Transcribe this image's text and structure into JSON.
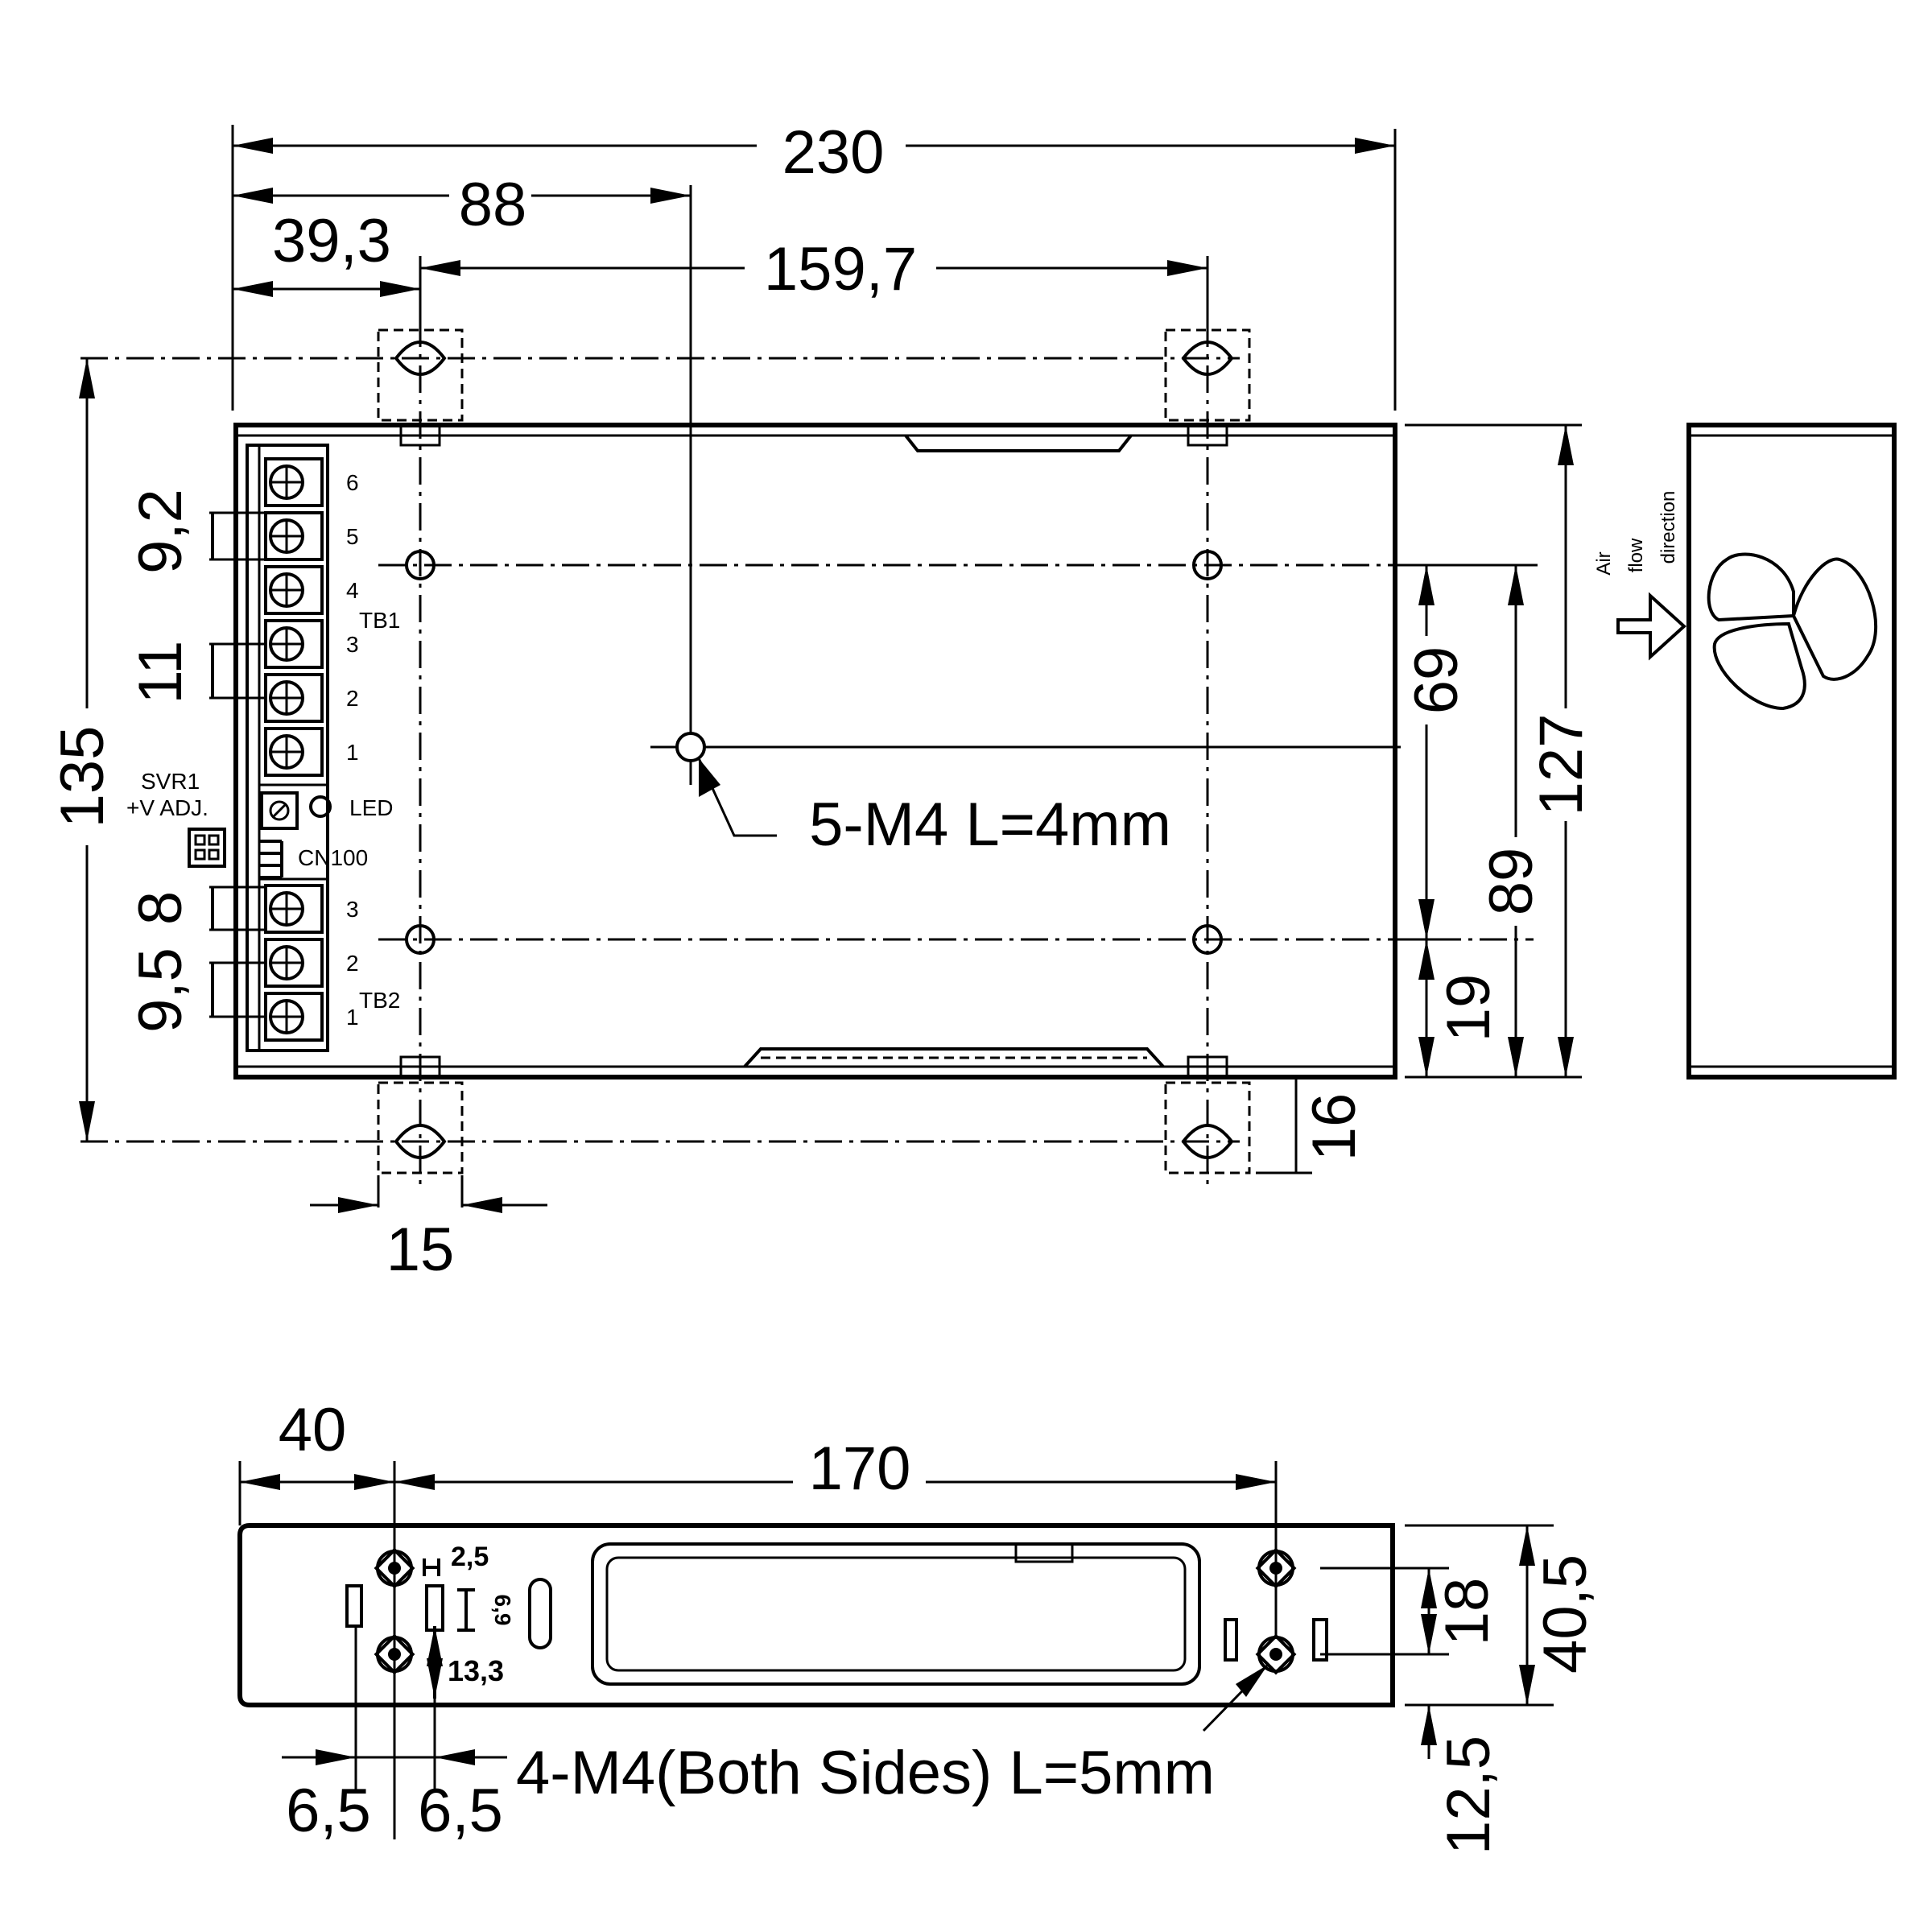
{
  "dims": {
    "d230": "230",
    "d88": "88",
    "d39_3": "39,3",
    "d159_7": "159,7",
    "d135": "135",
    "d9_2": "9,2",
    "d11": "11",
    "d8": "8",
    "d9_5": "9,5",
    "d15": "15",
    "d16": "16",
    "d69": "69",
    "d89": "89",
    "d127": "127",
    "d19": "19",
    "d40": "40",
    "d170": "170",
    "d2_5": "2,5",
    "d6_9": "6,9",
    "d13_3": "13,3",
    "d6_5_left": "6,5",
    "d6_5_right": "6,5",
    "d18": "18",
    "d40_5": "40,5",
    "d12_5": "12,5"
  },
  "notes": {
    "screw_top": "5-M4 L=4mm",
    "screw_side": "4-M4(Both Sides) L=5mm"
  },
  "labels": {
    "svr1": "SVR1",
    "v_adj": "+V ADJ.",
    "led": "LED",
    "cn100": "CN100",
    "tb1": "TB1",
    "tb2": "TB2",
    "air": "Air",
    "flow": "flow",
    "direction": "direction"
  },
  "tb1_pins": [
    "6",
    "5",
    "4",
    "3",
    "2",
    "1"
  ],
  "tb2_pins": [
    "3",
    "2",
    "1"
  ]
}
